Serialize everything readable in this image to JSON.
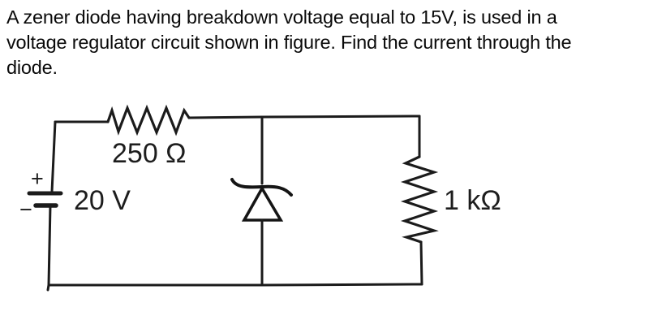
{
  "problem": {
    "lines": [
      "A zener diode having breakdown voltage equal to 15V, is used in a",
      "voltage regulator circuit shown in figure. Find the current through the",
      "diode."
    ]
  },
  "circuit": {
    "labels": {
      "series_resistor": "250 Ω",
      "source_voltage": "20 V",
      "load_resistor": "1 kΩ",
      "battery_plus": "+",
      "battery_minus": "−"
    }
  },
  "colors": {
    "ink": "#1b1b1b",
    "background": "#ffffff"
  }
}
